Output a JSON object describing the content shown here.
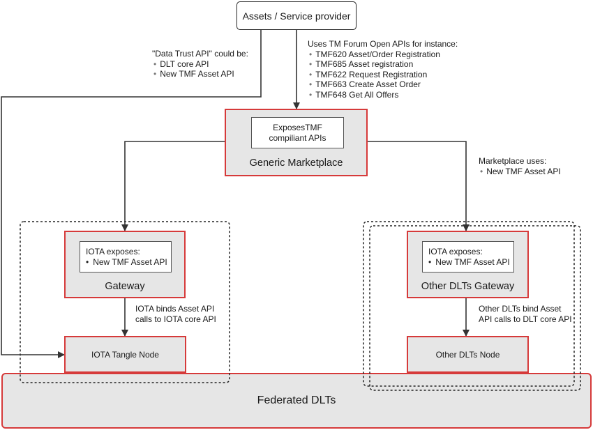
{
  "nodes": {
    "provider": "Assets / Service provider",
    "marketplace_inner": "ExposesTMF compiliant APIs",
    "marketplace": "Generic Marketplace",
    "iota_inner_title": "IOTA exposes:",
    "iota_inner_item": "New TMF Asset API",
    "iota_gateway": "Gateway",
    "iota_node": "IOTA Tangle Node",
    "other_inner_title": "IOTA exposes:",
    "other_inner_item": "New TMF Asset API",
    "other_gateway": "Other DLTs Gateway",
    "other_node": "Other DLTs Node",
    "federated": "Federated DLTs"
  },
  "annotations": {
    "data_trust": {
      "title": "\"Data Trust API\" could be:",
      "items": [
        "DLT core API",
        "New TMF Asset API"
      ]
    },
    "tmf_apis": {
      "title": "Uses TM Forum Open APIs for instance:",
      "items": [
        "TMF620 Asset/Order Registration",
        "TMF685 Asset registration",
        "TMF622 Request Registration",
        "TMF663 Create Asset Order",
        "TMF648 Get All Offers"
      ]
    },
    "marketplace_uses": {
      "title": "Marketplace uses:",
      "items": [
        "New TMF Asset API"
      ]
    },
    "iota_binds": [
      "IOTA binds Asset API",
      "calls to IOTA core API"
    ],
    "other_binds": [
      "Other DLTs bind Asset",
      "API calls to DLT core API"
    ]
  },
  "bullet_char": "•"
}
